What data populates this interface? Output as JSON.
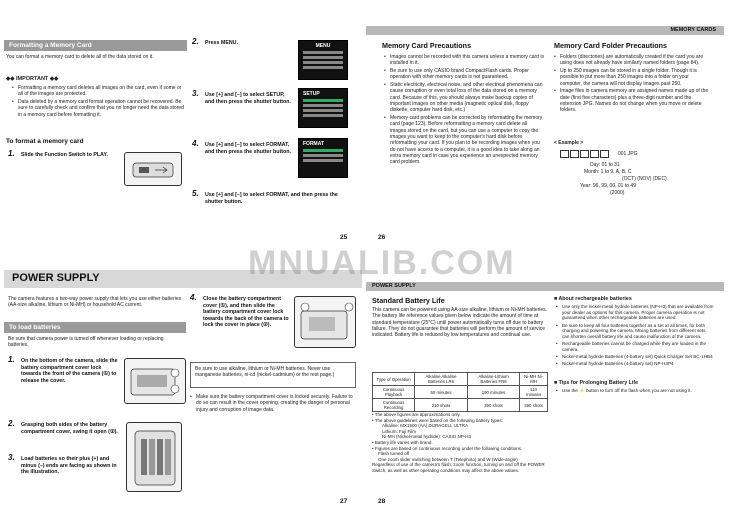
{
  "spread_top": {
    "left_page": {
      "number": "25",
      "section_bar": "Formatting a Memory Card",
      "intro": "You can format a memory card to delete all of the data stored on it.",
      "important_title": "IMPORTANT",
      "important_items": [
        "Formatting a memory card deletes all images on the card, even if some or all of the images are protected.",
        "Data deleted by a memory card format operation cannot be recovered. Be sure to carefully check and confirm that you no longer need the data stored in a memory card before formatting it."
      ],
      "procedure_title": "To format a memory card",
      "steps": [
        {
          "n": "1.",
          "text": "Slide the Function Switch to PLAY."
        },
        {
          "n": "2.",
          "text": "Press MENU."
        },
        {
          "n": "3.",
          "text": "Use [+] and [–] to select SETUP, and then press the shutter button."
        },
        {
          "n": "4.",
          "text": "Use [+] and [–] to select FORMAT, and then press the shutter button."
        },
        {
          "n": "5.",
          "text": "Use [+] and [–] to select FORMAT, and then press the shutter button."
        }
      ],
      "screens": [
        "MENU",
        "SETUP",
        "FORMAT"
      ]
    },
    "right_page": {
      "number": "26",
      "header_bar": "MEMORY CARDS",
      "precautions_title": "Memory Card Precautions",
      "precautions": [
        "Images cannot be recorded with this camera unless a memory card is installed in it.",
        "Be sure to use only CASIO brand CompactFlash cards. Proper operation with other memory cards is not guaranteed.",
        "Static electricity, electrical noise, and other electrical phenomena can cause corruption or even total loss of the data stored on a memory card. Because of this, you should always make backup copies of important images on other media (magnetic optical disk, floppy diskette, computer hard disk, etc.)",
        "Memory card problems can be corrected by reformatting the memory card (page 123). Before reformatting a memory card delete all images stored on the card, but you can use a computer to copy the images you want to keep to the computer's hard disk before reformatting your card. If you plan to be recording images when you do not have access to a computer, it is a good idea to take along an extra memory card in case you experience an unexpected memory card problem."
      ],
      "folder_title": "Memory Card Folder Precautions",
      "folder_items": [
        "Folders (directories) are automatically created if the card you are using does not already have similarly named folders (page 84).",
        "Up to 250 images can be stored in a single folder. Though it is possible to put more than 250 images into a folder on your computer, the camera will not display images past 250.",
        "Image files in camera memory are assigned names made up of the date (first five characters) plus a three-digit number and the extension JPG. Names do not change when you move or delete folders."
      ],
      "example_label": "< Example >",
      "example_file": "001.JPG",
      "example_lines": [
        "Day:  01 to 31",
        "Month:  1 to 9, A, B, C",
        "(OCT) (NOV) (DEC)",
        "Year:  96, 99, 00, 01 to 49",
        "(2000)"
      ]
    }
  },
  "spread_bottom": {
    "left_page": {
      "number": "27",
      "title": "POWER SUPPLY",
      "intro": "The camera features a two-way power supply that lets you use either batteries (AA-size alkaline, lithium or Ni-MH) or household AC current.",
      "load_bar": "To load batteries",
      "load_intro": "Be sure that camera power is turned off whenever loading or replacing batteries.",
      "steps": [
        {
          "n": "1.",
          "text": "On the bottom of the camera, slide the battery compartment cover lock towards the front of the camera (①) to release the cover."
        },
        {
          "n": "2.",
          "text": "Grasping both sides of the battery compartment cover, swing it open (②)."
        },
        {
          "n": "3.",
          "text": "Load batteries so their plus (+) and minus (–) ends are facing as shown in the illustration."
        },
        {
          "n": "4.",
          "text": "Close the battery compartment cover (①), and then slide the battery compartment cover lock towards the back of the camera to lock the cover in place (②)."
        }
      ],
      "warning": "Be sure to use alkaline, lithium or Ni-MH batteries. Never use manganese batteries, ni-cd (nickel-cadmium) or the rest page.)",
      "note": "Make sure the battery compartment cover is locked securely. Failure to do so can result in the cover opening, creating the danger of personal injury and corruption of image data."
    },
    "right_page": {
      "number": "28",
      "header_bar": "POWER SUPPLY",
      "battery_life_title": "Standard Battery Life",
      "battery_life_text": "This camera can be powered using AA-size alkaline, lithium or Ni-MH batteries. The battery life reference values given below indicate the amount of time at standard temperature (25°C) until power automatically turns off due to battery failure. They do not guarantee that batteries will perform the amount of service indicated. Battery life is reduced by low temperatures and continual use.",
      "table": [
        [
          "Type of Operation",
          "Alkaline Alkaline Batteries LR6",
          "Alkaline-Lithium Batteries FR6",
          "Ni-MH Ni-MH"
        ],
        [
          "Continuous Playback",
          "50 minutes",
          "190 minutes",
          "110 minutes"
        ],
        [
          "Continuous Recording",
          "210 shots",
          "390 shots",
          "390 shots"
        ]
      ],
      "notes": [
        "The above figures are approximations only.",
        "The above guidelines were based on the following battery types:",
        "Alkaline: MX1500 (AA) DURACELL ULTRA",
        "Lithium: Fuji Film",
        "Ni-MH (Nickel-metal hydride): CASIO NP-H3",
        "Battery life varies with brand.",
        "Figures are based on continuous recording under the following conditions.",
        "Flash turned off",
        "One zoom slider switching between T (Telephoto) and W (Wide-angle)",
        "Regardless of use of the camera's flash, zoom function, turning on and off the POWER Switch, as well as other operating conditions may affect the above values."
      ],
      "rechargeable_title": "About rechargeable batteries",
      "rechargeable_items": [
        "Use only the nickel-metal hydride batteries (NP-H3) that are available from your dealer as options for this camera. Proper camera operation is not guaranteed when other rechargeable batteries are used.",
        "Be sure to keep all four batteries together as a set at all times, for both charging and powering the camera. Mixing batteries from different sets can shorten overall battery life and cause malfunction of the camera.",
        "Rechargeable batteries cannot be charged while they are loaded in the camera.",
        "Nickel-metal hydride Batteries (4-battery set) Quick Charger Set BC-1HB4",
        "Nickel-metal hydride Batteries (4-battery set) NP-H3P4"
      ],
      "tips_title": "Tips for Prolonging Battery Life",
      "tips_text": "Use the ⚡ button to turn off the flash when you are not using it."
    }
  },
  "watermark": "MNUALIB.COM"
}
